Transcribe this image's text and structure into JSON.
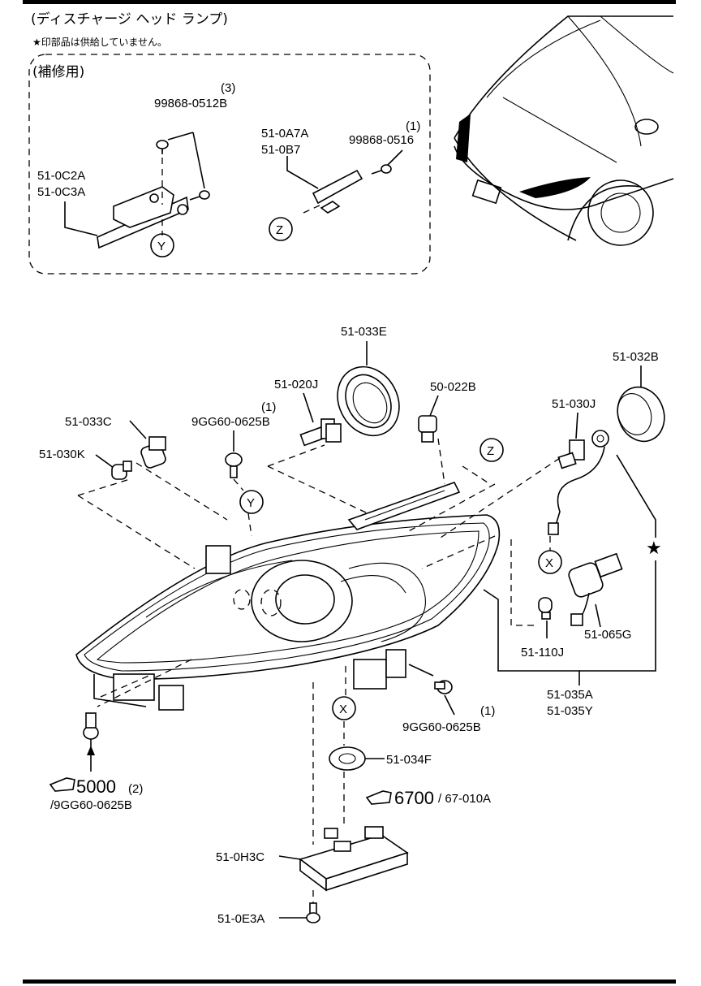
{
  "header": {
    "title": "(ディスチャージ ヘッド ランプ)",
    "note": "★印部品は供給していません。",
    "repair_box_label": "(補修用)"
  },
  "callouts": {
    "bolt_98868": "99868-0512B",
    "bolt_98868_qty": "(3)",
    "bracket_a": "51-0C2A",
    "bracket_b": "51-0C3A",
    "bracket_z_a": "51-0A7A",
    "bracket_z_b": "51-0B7",
    "bolt_z": "99868-0516",
    "bolt_z_qty": "(1)",
    "cap_033e": "51-033E",
    "bulb_020j": "51-020J",
    "socket_022b": "50-022B",
    "cap_032b": "51-032B",
    "bulb_030j": "51-030J",
    "socket_033c": "51-033C",
    "screw_9gg_top": "9GG60-0625B",
    "screw_9gg_top_qty": "(1)",
    "bulb_030k": "51-030K",
    "socket_065g": "51-065G",
    "bulb_110j": "51-110J",
    "lamp_a": "51-035A",
    "lamp_y": "51-035Y",
    "screw_9gg_bottom": "9GG60-0625B",
    "screw_9gg_bottom_qty": "(1)",
    "gasket_034f": "51-034F",
    "ref_5000": "5000",
    "ref_5000_qty": "(2)",
    "ref_5000_part": "/9GG60-0625B",
    "ref_6700": "6700",
    "ref_6700_part": "/ 67-010A",
    "ballast_0h3c": "51-0H3C",
    "screw_0e3a": "51-0E3A"
  },
  "markers": {
    "x": "X",
    "y": "Y",
    "z": "Z",
    "star": "★"
  },
  "icons": {
    "reference_hand": "pointing-hand-icon",
    "star": "star-icon"
  }
}
